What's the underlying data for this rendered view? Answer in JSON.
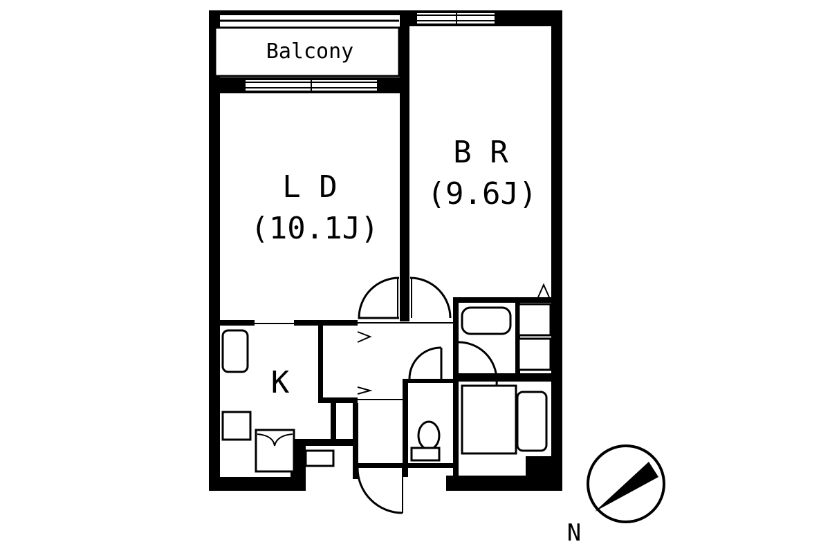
{
  "floorplan": {
    "rooms": {
      "balcony": {
        "label": "Balcony"
      },
      "living_dining": {
        "label": "L D",
        "area": "(10.1J)"
      },
      "bedroom": {
        "label": "B R",
        "area": "(9.6J)"
      },
      "kitchen": {
        "label": "K"
      }
    },
    "compass": {
      "label": "N"
    }
  }
}
